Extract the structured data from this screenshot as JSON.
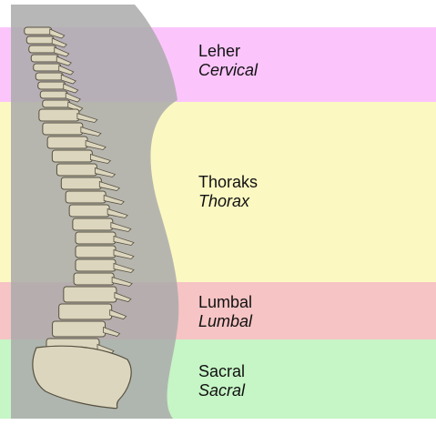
{
  "regions": [
    {
      "id": "cervical",
      "native": "Leher",
      "latin": "Cervical",
      "color": "#fbc5fb"
    },
    {
      "id": "thorax",
      "native": "Thoraks",
      "latin": "Thorax",
      "color": "#fbf8c2"
    },
    {
      "id": "lumbar",
      "native": "Lumbal",
      "latin": "Lumbal",
      "color": "#f6c4c4"
    },
    {
      "id": "sacral",
      "native": "Sacral",
      "latin": "Sacral",
      "color": "#c6f5c6"
    }
  ],
  "colors": {
    "shadow": "#aaaaaa",
    "bone": "#ddd6bf",
    "bone_outline": "#55503f"
  },
  "icons": [
    "spine-illustration"
  ]
}
